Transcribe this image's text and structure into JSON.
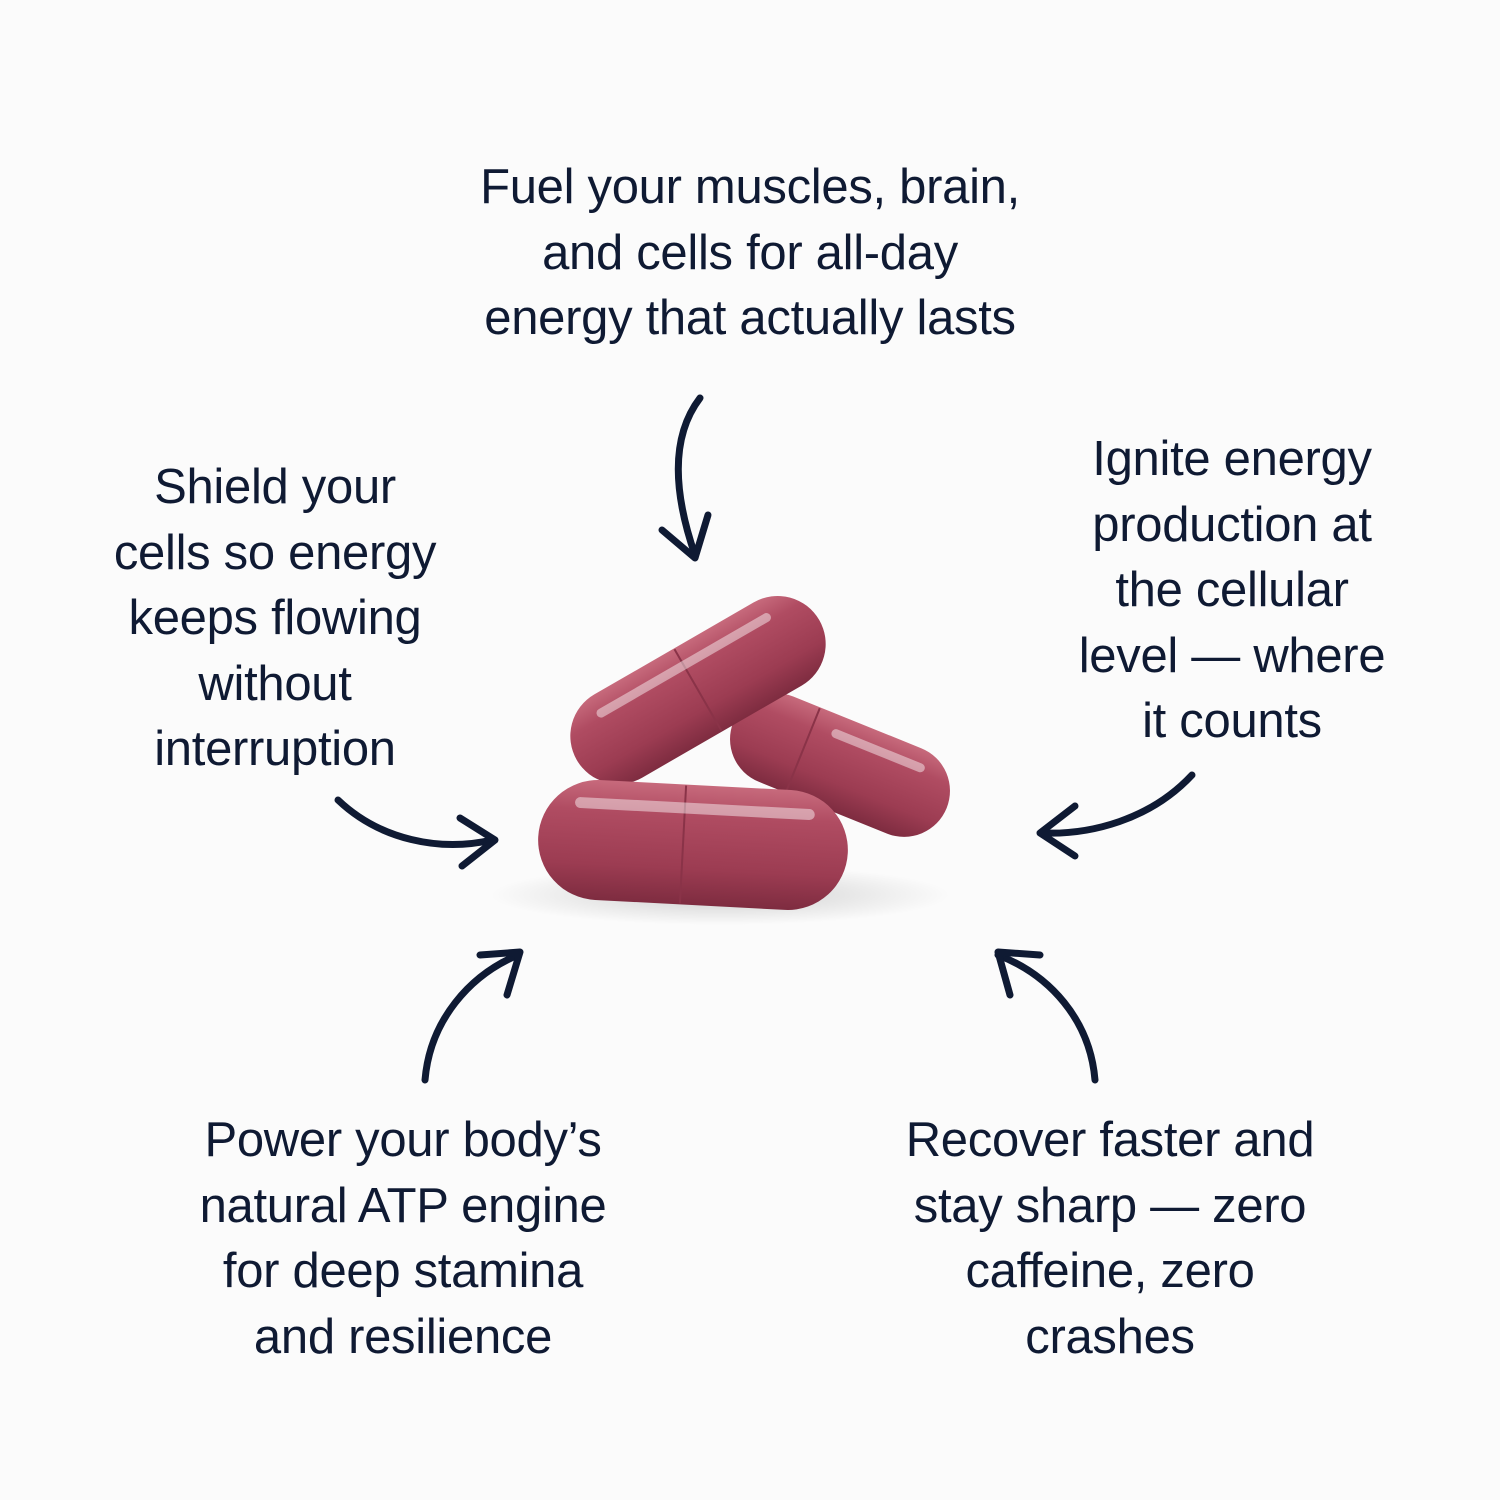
{
  "benefits": {
    "top": [
      "Fuel your muscles, brain,",
      "and cells for all-day",
      "energy that actually lasts"
    ],
    "left": [
      "Shield your",
      "cells so energy",
      "keeps flowing",
      "without",
      "interruption"
    ],
    "right": [
      "Ignite energy",
      "production at",
      "the cellular",
      "level — where",
      "it counts"
    ],
    "bottom_left": [
      "Power your body’s",
      "natural ATP engine",
      "for deep stamina",
      "and resilience"
    ],
    "bottom_right": [
      "Recover faster and",
      "stay sharp — zero",
      "caffeine, zero",
      "crashes"
    ]
  },
  "colors": {
    "text": "#0f1a33",
    "capsule": "#a8485d",
    "background": "#fbfbfb"
  }
}
